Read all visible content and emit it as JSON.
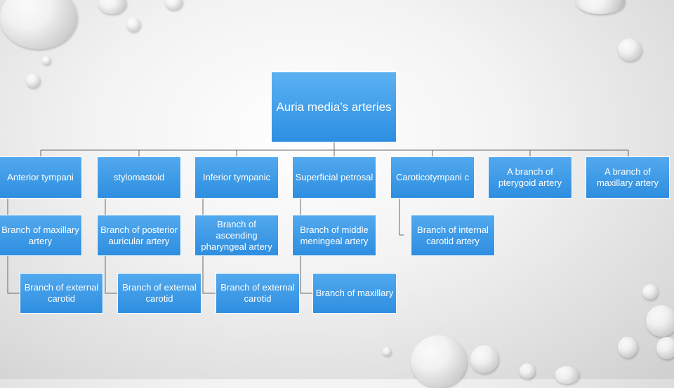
{
  "diagram": {
    "root": {
      "label": "Auria media’s arteries"
    },
    "columns": [
      {
        "top": "Anterior tympani",
        "mid": "Branch of maxillary artery",
        "bottom": "Branch of external carotid"
      },
      {
        "top": "stylomastoid",
        "mid": "Branch of posterior auricular artery",
        "bottom": "Branch of external carotid"
      },
      {
        "top": "Inferior tympanic",
        "mid": "Branch of ascending pharyngeal artery",
        "bottom": "Branch of external carotid"
      },
      {
        "top": "Superficial petrosal",
        "mid": "Branch of middle meningeal artery",
        "bottom": "Branch of maxillary"
      },
      {
        "top": "Caroticotympani c",
        "mid": "Branch of internal carotid artery"
      },
      {
        "top": "A branch of pterygoid artery"
      },
      {
        "top": "A branch of maxillary artery"
      }
    ]
  }
}
